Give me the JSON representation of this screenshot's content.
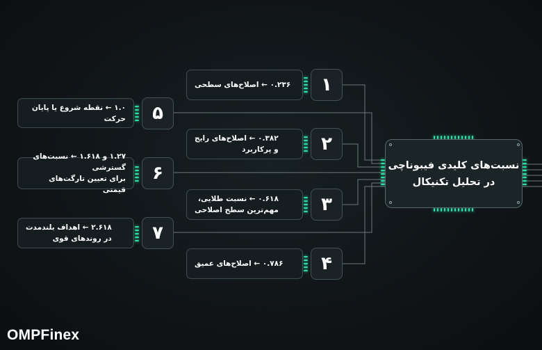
{
  "center": {
    "line1": "نسبت‌های کلیدی فیبوناچی",
    "line2": "در تحلیل تکنیکال"
  },
  "items": [
    {
      "num": "۱",
      "text": "۰.۲۳۶ ←  اصلاح‌های سطحی"
    },
    {
      "num": "۲",
      "text": "۰.۳۸۲ ←  اصلاح‌های رایج\nو پرکاربرد"
    },
    {
      "num": "۳",
      "text": "۰.۶۱۸ ←  نسبت طلایی،\nمهم‌ترین سطح اصلاحی"
    },
    {
      "num": "۴",
      "text": "۰.۷۸۶ ←  اصلاح‌های عمیق"
    },
    {
      "num": "۵",
      "text": "۱.۰ ←  نقطه شروع یا پایان حرکت"
    },
    {
      "num": "۶",
      "text": "۱.۲۷ و ۱.۶۱۸ ← نسبت‌های گسترشی\nبرای تعیین تارگت‌های قیمتی"
    },
    {
      "num": "۷",
      "text": "۲.۶۱۸ ←  اهداف بلندمدت\nدر روندهای قوی"
    }
  ],
  "brand": {
    "logo": "OMPFinex"
  },
  "colors": {
    "background": "#101417",
    "accent": "#2fe0a8",
    "border": "#3a4a4d"
  }
}
